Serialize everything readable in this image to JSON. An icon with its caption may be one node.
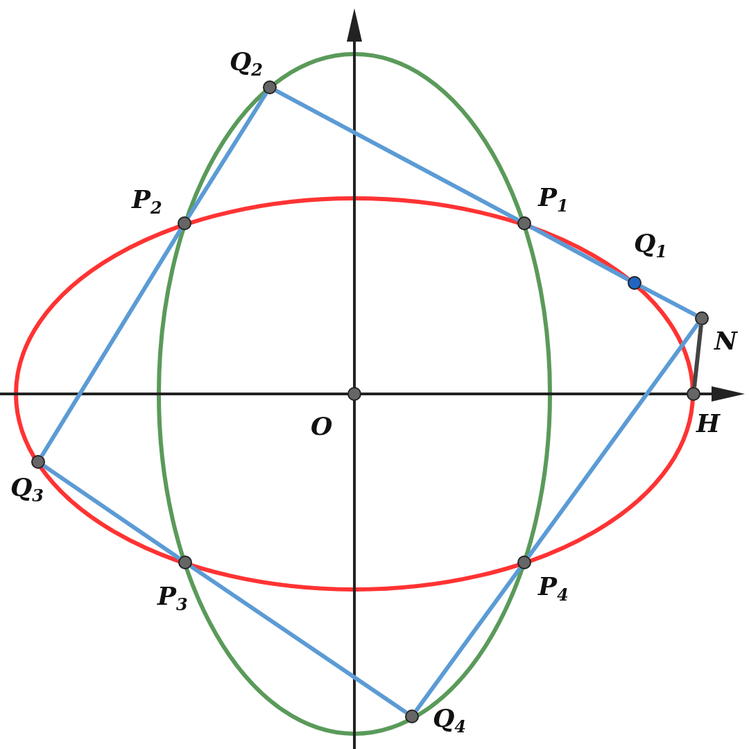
{
  "diagram": {
    "nodes": [
      {
        "text": [
          "Q$_{2}$"
        ]
      },
      {
        "text": [
          "P$_{2}$"
        ]
      },
      {
        "text": [
          "P$_{1}$"
        ]
      },
      {
        "text": [
          "Q$_{1}$"
        ]
      },
      {
        "text": [
          "N"
        ]
      },
      {
        "text": [
          "O"
        ]
      },
      {
        "text": [
          "H"
        ]
      },
      {
        "text": [
          "Q$_{3}$"
        ]
      },
      {
        "text": [
          "P$_{3}$"
        ]
      },
      {
        "text": [
          "P$_{4}$"
        ]
      },
      {
        "text": [
          "Q$_{4}$"
        ]
      }
    ],
    "edges": [
      {
        "from": 0,
        "to": 2,
        "arrow": "none"
      },
      {
        "from": 2,
        "to": 3,
        "arrow": "none"
      },
      {
        "from": 3,
        "to": 4,
        "arrow": "none"
      },
      {
        "from": 0,
        "to": 1,
        "arrow": "none"
      },
      {
        "from": 1,
        "to": 7,
        "arrow": "none"
      },
      {
        "from": 7,
        "to": 8,
        "arrow": "none"
      },
      {
        "from": 8,
        "to": 10,
        "arrow": "none"
      },
      {
        "from": 10,
        "to": 9,
        "arrow": "none"
      },
      {
        "from": 9,
        "to": 4,
        "arrow": "none"
      },
      {
        "from": 4,
        "to": 6,
        "arrow": "none",
        "color": "#444444"
      }
    ]
  }
}
